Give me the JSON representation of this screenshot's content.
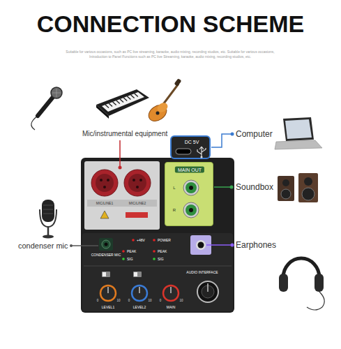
{
  "diagram": {
    "title": "CONNECTION SCHEME",
    "nodes": [
      {
        "text": [
          "DC 5V"
        ]
      },
      {
        "text": [
          "MAIN OUT",
          "L",
          "R"
        ]
      }
    ],
    "labels": [
      "Suitable for various occasions, such as PC live streaming, karaoke, audio mixing, recording studios, etc. Suitable for various occasions,",
      "Introduction to Panel Functions such as PC live Streaming, karaoke, audio mixing, recording studios, etc.",
      "Mic/instrumental equipment",
      "Computer",
      "Soundbox",
      "condenser mic",
      "Earphones",
      "MIC/LINE1",
      "MIC/LINE2",
      "CONDENSER MIC",
      "+48V",
      "POWER",
      "PEAK",
      "SIG",
      "PEAK",
      "SIG",
      "AUDIO INTERFACE",
      "LEVEL1",
      "LEVEL2",
      "MAIN",
      "0",
      "10",
      "0",
      "10",
      "0",
      "10"
    ]
  }
}
